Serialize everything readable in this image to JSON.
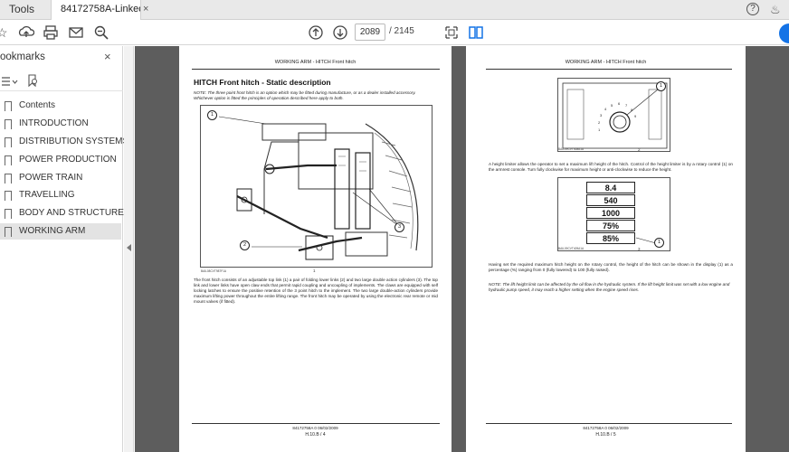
{
  "app": {
    "tools_tab": "Tools",
    "doc_tab": "84172758A-Linked ...",
    "tab_close": "×",
    "help": "?"
  },
  "toolbar": {
    "current_page": "2089",
    "total_pages": "/ 2145"
  },
  "sidebar": {
    "title": "ookmarks",
    "close": "×",
    "items": [
      {
        "label": "Contents"
      },
      {
        "label": "INTRODUCTION"
      },
      {
        "label": "DISTRIBUTION SYSTEMS"
      },
      {
        "label": "POWER PRODUCTION"
      },
      {
        "label": "POWER TRAIN"
      },
      {
        "label": "TRAVELLING"
      },
      {
        "label": "BODY AND STRUCTURE"
      },
      {
        "label": "WORKING ARM"
      }
    ]
  },
  "left_page": {
    "header": "WORKING ARM - HITCH Front hitch",
    "title": "HITCH Front hitch - Static description",
    "note": "NOTE: The three point front hitch is an option which may be fitted during manufacture, or as a dealer installed accessory. Whichever option is fitted the principles of operation described here apply to both.",
    "figure_id": "BAIL08CVT987F1A",
    "figure_no": "1",
    "callouts": [
      "1",
      "2",
      "3"
    ],
    "body": "The front hitch consists of an adjustable top link (1) a pair of folding lower links (2) and two large double action cylinders (3). The top link and lower links have open claw ends that permit rapid coupling and uncoupling of implements. The claws are equipped with self locking latches to ensure the positive retention of the 3 point hitch to the implement. The two large double-action cylinders provide maximum lifting power throughout the entire lifting range. The front hitch may be operated by using the electronic rear remote or mid mount valves (if fitted).",
    "footer_code": "84172758A 0 06/02/2009",
    "footer_page": "H.10.B / 4"
  },
  "right_page": {
    "header": "WORKING ARM - HITCH Front hitch",
    "fig1_id": "BAIL09CVT408A1A",
    "fig1_no": "2",
    "fig1_callout": "1",
    "text1": "A height limiter allows the operator to set a maximum lift height of the hitch. Control of the height limiter is by a rotary control (1) on the armrest console. Turn fully clockwise for maximum height or anti-clockwise to reduce the height.",
    "display_values": [
      "8.4",
      "540",
      "1000",
      "75%",
      "85%"
    ],
    "fig2_id": "BAIL09CVT409A1A",
    "fig2_no": "3",
    "fig2_callout": "1",
    "text2": "Having set the required maximum hitch height on the rotary control, the height of the hitch can be shown in the display (1) as a percentage (%) ranging from 0 (fully lowered) to 100 (fully raised).",
    "note2": "NOTE: The lift height limit can be affected by the oil flow in the hydraulic system. If the lift height limit was set with a low engine and hydraulic pump speed, it may reach a higher setting when the engine speed rises.",
    "footer_code": "84172758A 0 06/02/2009",
    "footer_page": "H.10.B / 5"
  }
}
